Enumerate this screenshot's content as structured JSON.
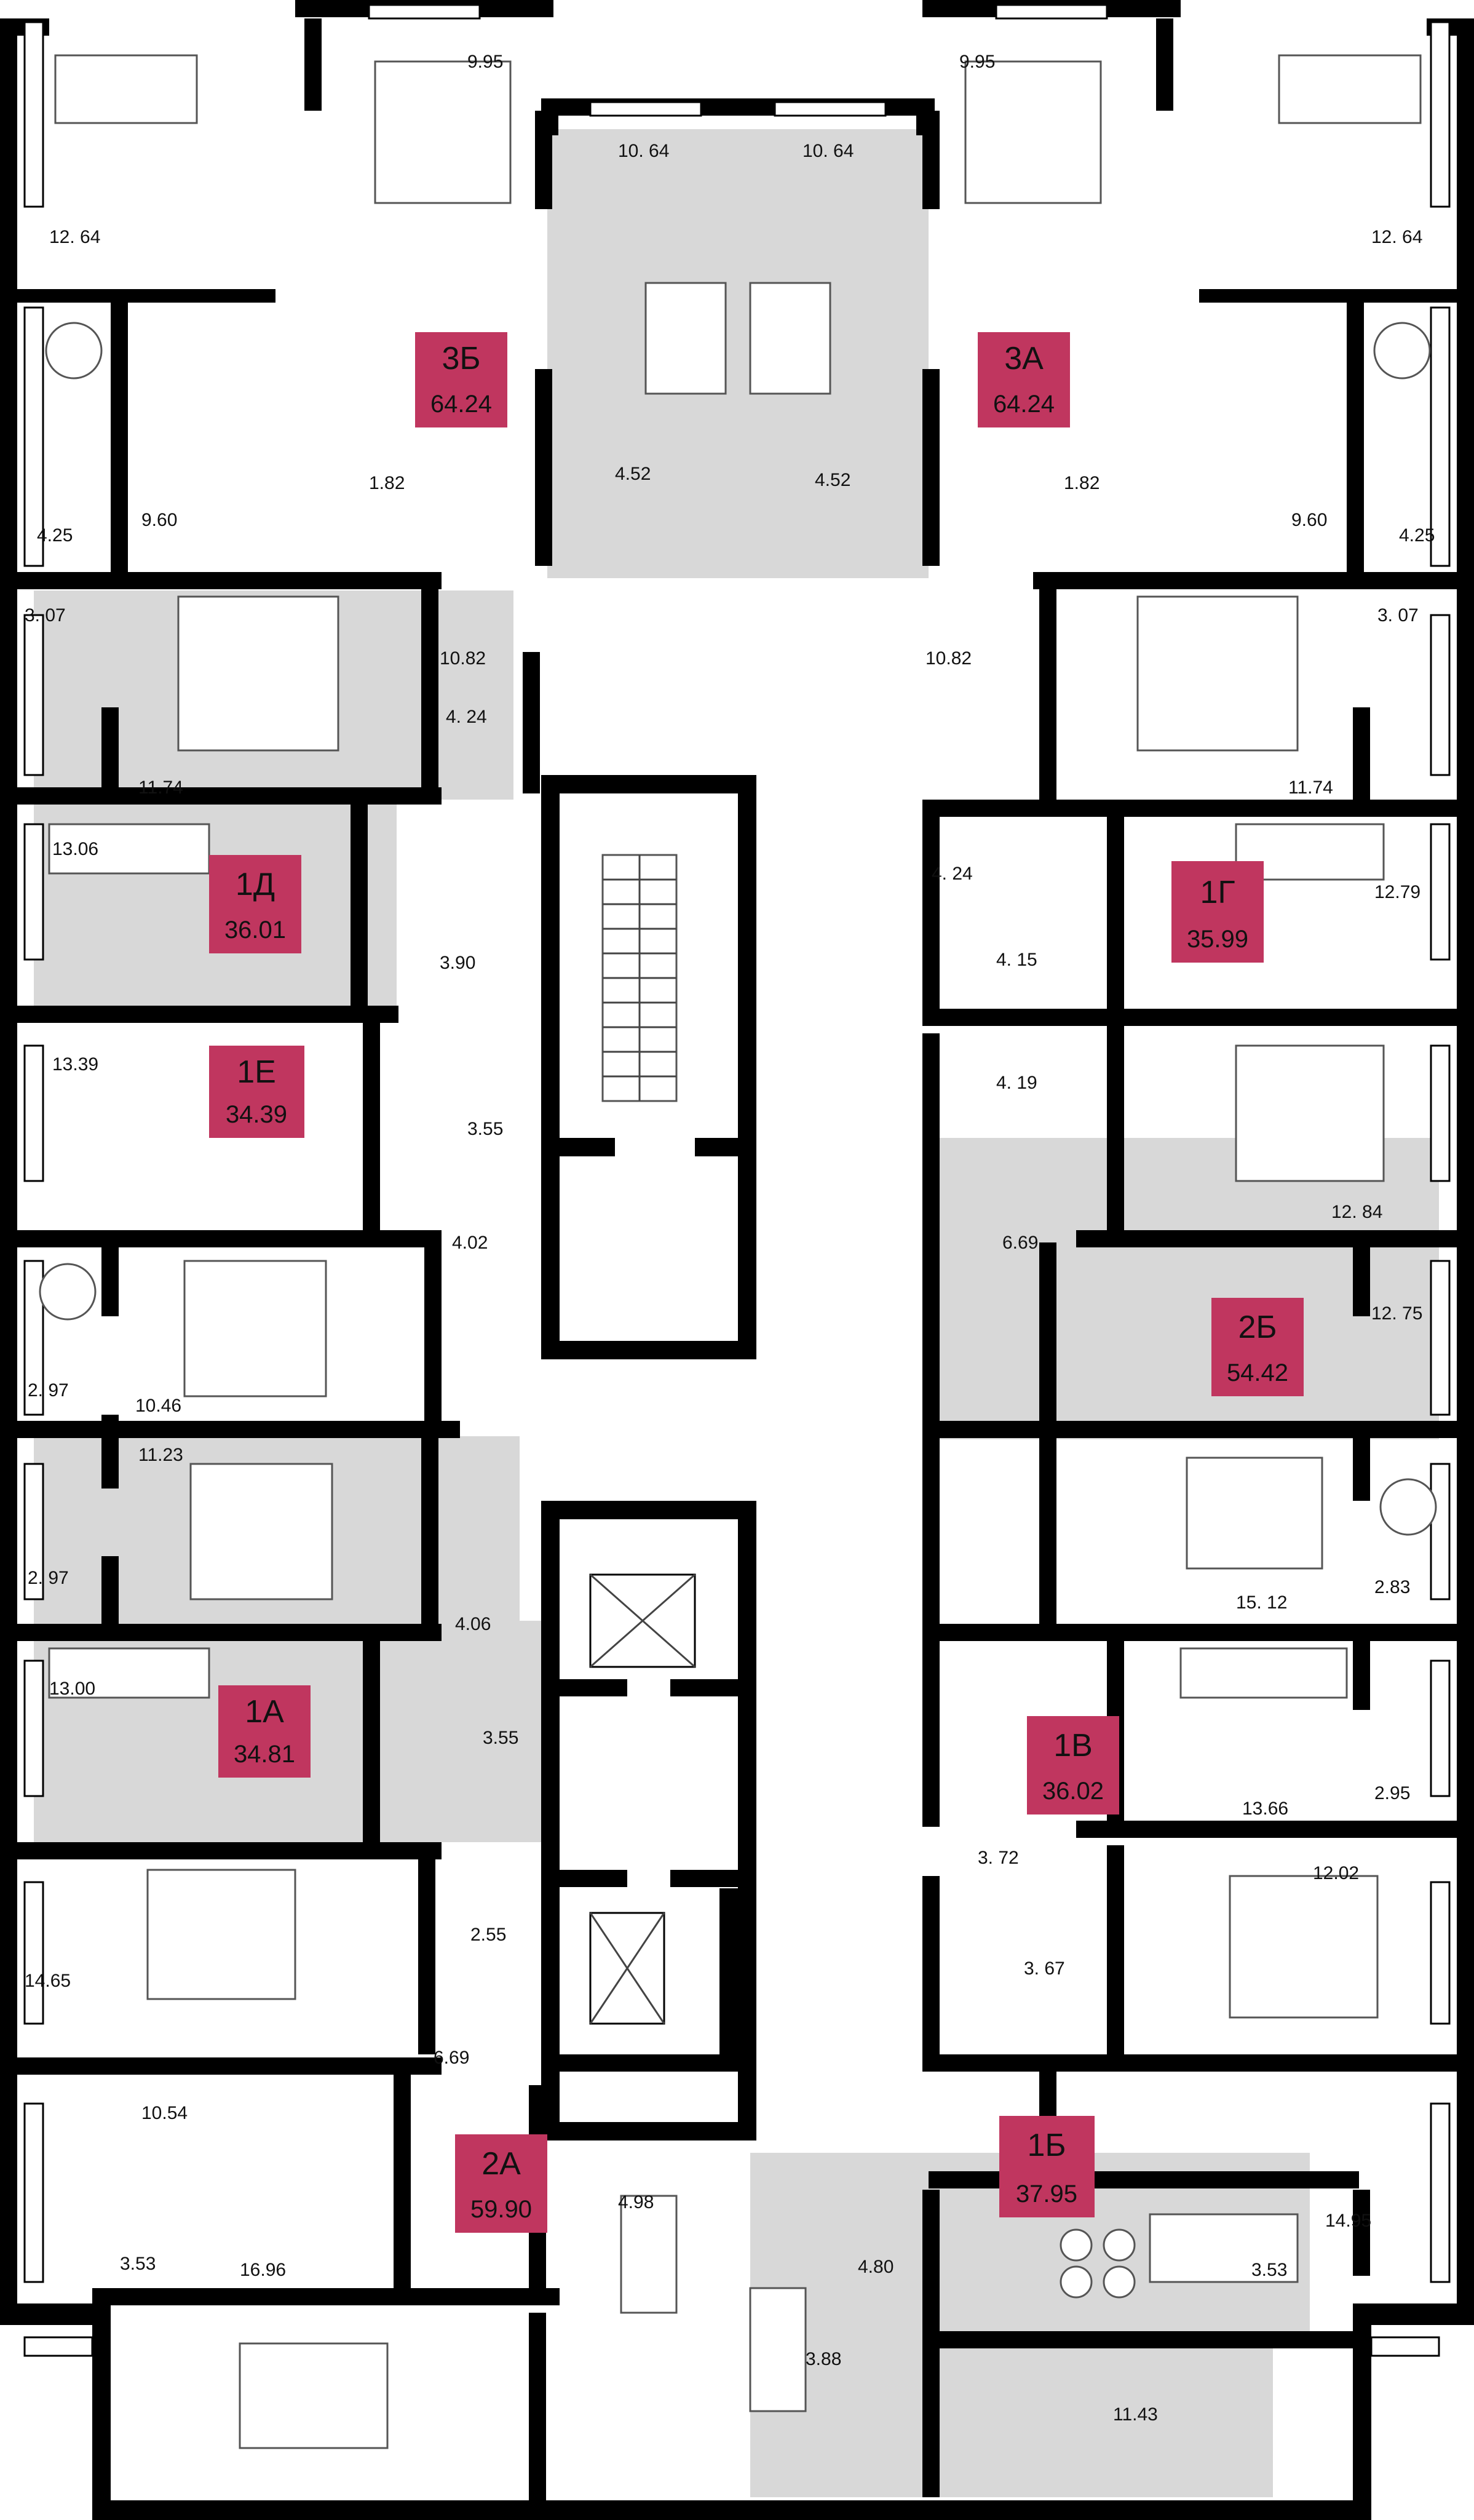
{
  "colors": {
    "badge": "#c0365f",
    "shaded_flat": "#d8d8d8",
    "wall": "#000000",
    "background": "#ffffff"
  },
  "apartments": [
    {
      "id": "3Б",
      "area": "64.24"
    },
    {
      "id": "3А",
      "area": "64.24"
    },
    {
      "id": "1Д",
      "area": "36.01"
    },
    {
      "id": "1Г",
      "area": "35.99"
    },
    {
      "id": "1Е",
      "area": "34.39"
    },
    {
      "id": "2Б",
      "area": "54.42"
    },
    {
      "id": "1А",
      "area": "34.81"
    },
    {
      "id": "1В",
      "area": "36.02"
    },
    {
      "id": "2А",
      "area": "59.90"
    },
    {
      "id": "1Б",
      "area": "37.95"
    }
  ],
  "room_areas": [
    "9.95",
    "12. 64",
    "10. 64",
    "9.95",
    "10. 64",
    "12. 64",
    "1.82",
    "4.52",
    "4.52",
    "1.82",
    "4.25",
    "9.60",
    "9.60",
    "4.25",
    "3. 07",
    "10.82",
    "10.82",
    "3. 07",
    "4. 24",
    "11.74",
    "11.74",
    "13.06",
    "4. 24",
    "12.79",
    "3.90",
    "4. 15",
    "4. 19",
    "13.39",
    "3.55",
    "12. 84",
    "4.02",
    "6.69",
    "2. 97",
    "10.46",
    "12. 75",
    "11.23",
    "2. 97",
    "4.06",
    "15. 12",
    "2.83",
    "13.00",
    "3.55",
    "2.95",
    "3. 72",
    "13.66",
    "12.02",
    "14.65",
    "2.55",
    "3. 67",
    "6.69",
    "10.54",
    "14.95",
    "4.98",
    "3.53",
    "16.96",
    "4.80",
    "3.53",
    "3.88",
    "11.43"
  ]
}
